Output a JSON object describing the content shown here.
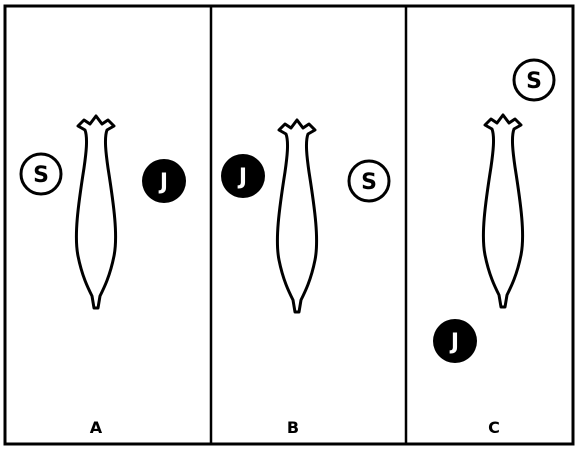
{
  "panels": [
    {
      "label": "A",
      "markers": [
        {
          "letter": "S",
          "fill": "white"
        },
        {
          "letter": "J",
          "fill": "black"
        }
      ]
    },
    {
      "label": "B",
      "markers": [
        {
          "letter": "J",
          "fill": "black"
        },
        {
          "letter": "S",
          "fill": "white"
        }
      ]
    },
    {
      "label": "C",
      "markers": [
        {
          "letter": "S",
          "fill": "white"
        },
        {
          "letter": "J",
          "fill": "black"
        }
      ]
    }
  ],
  "colors": {
    "ink": "#000000",
    "paper": "#ffffff"
  }
}
